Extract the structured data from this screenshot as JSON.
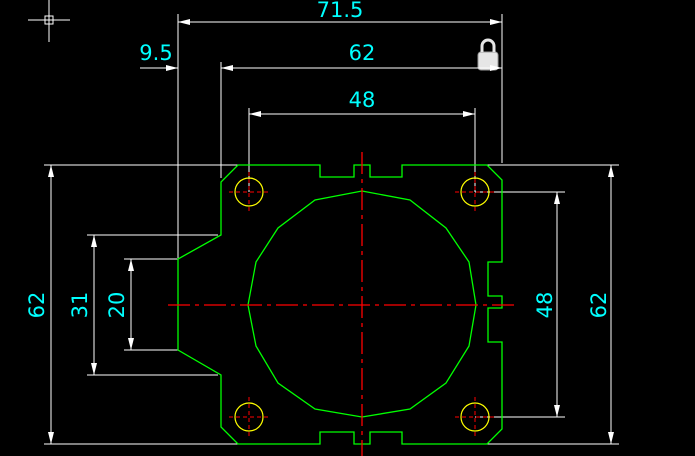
{
  "drawing": {
    "dimensions": {
      "top_overall": "71.5",
      "top_inner": "62",
      "top_holes": "48",
      "left_offset": "9.5",
      "left_outer_height": "62",
      "left_boss_height": "31",
      "left_flat_height": "20",
      "right_holes": "48",
      "right_outer_height": "62"
    },
    "colors": {
      "background": "#000000",
      "dimension_lines": "#ffffff",
      "dimension_text": "#00ffff",
      "outline": "#00ff00",
      "holes": "#ffff00",
      "center_lines": "#ff0000"
    },
    "icons": [
      "crosshair-cursor-icon",
      "lock-icon"
    ]
  }
}
